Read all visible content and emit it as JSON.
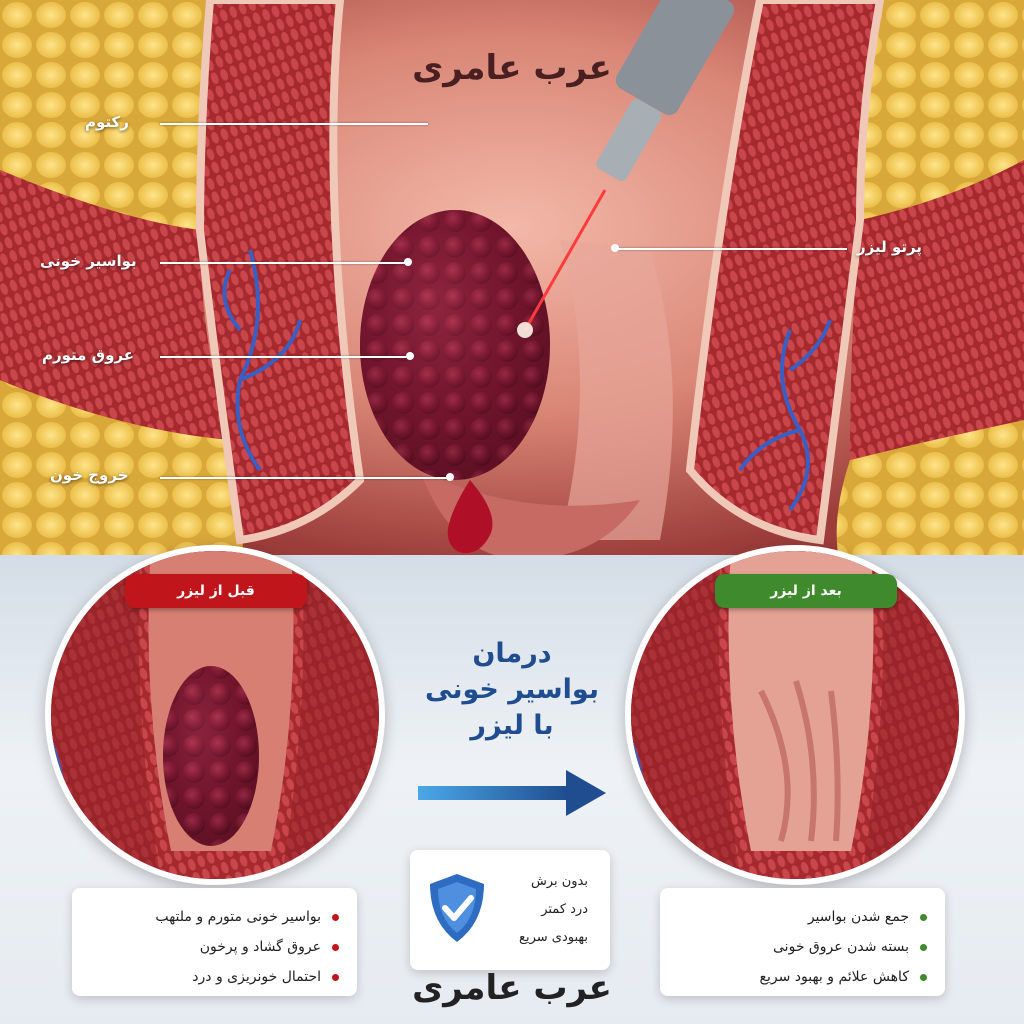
{
  "brand": "عرب عامری",
  "labels": {
    "rectum": "رکتوم",
    "hemorrhoid": "بواسیر خونی",
    "swollen_veins": "عروق متورم",
    "bleeding": "خروج خون",
    "laser_beam": "پرتو لیزر"
  },
  "before": {
    "title": "قبل از لیزر",
    "items": [
      "بواسیر خونی متورم و ملتهب",
      "عروق گشاد و  پرخون",
      "احتمال خونریزی و درد"
    ]
  },
  "after": {
    "title": "بعد از لیزر",
    "items": [
      "جمع شدن بواسیر",
      "بسته شدن عروق خونی",
      "کاهش علائم و بهبود سریع"
    ]
  },
  "center_title": [
    "درمان",
    "بواسیر خونی",
    "با لیزر"
  ],
  "benefits": [
    "بدون برش",
    "درد کمتر",
    "بهبودی سریع"
  ],
  "colors": {
    "before_ribbon": "#c0161b",
    "after_ribbon": "#3f8a2c",
    "arrow": "#1f4d8f",
    "title": "#1f4d8f",
    "shield": "#2d6cc0"
  },
  "icons": [
    "shield-check-icon",
    "arrow-right-icon",
    "laser-device-icon"
  ]
}
